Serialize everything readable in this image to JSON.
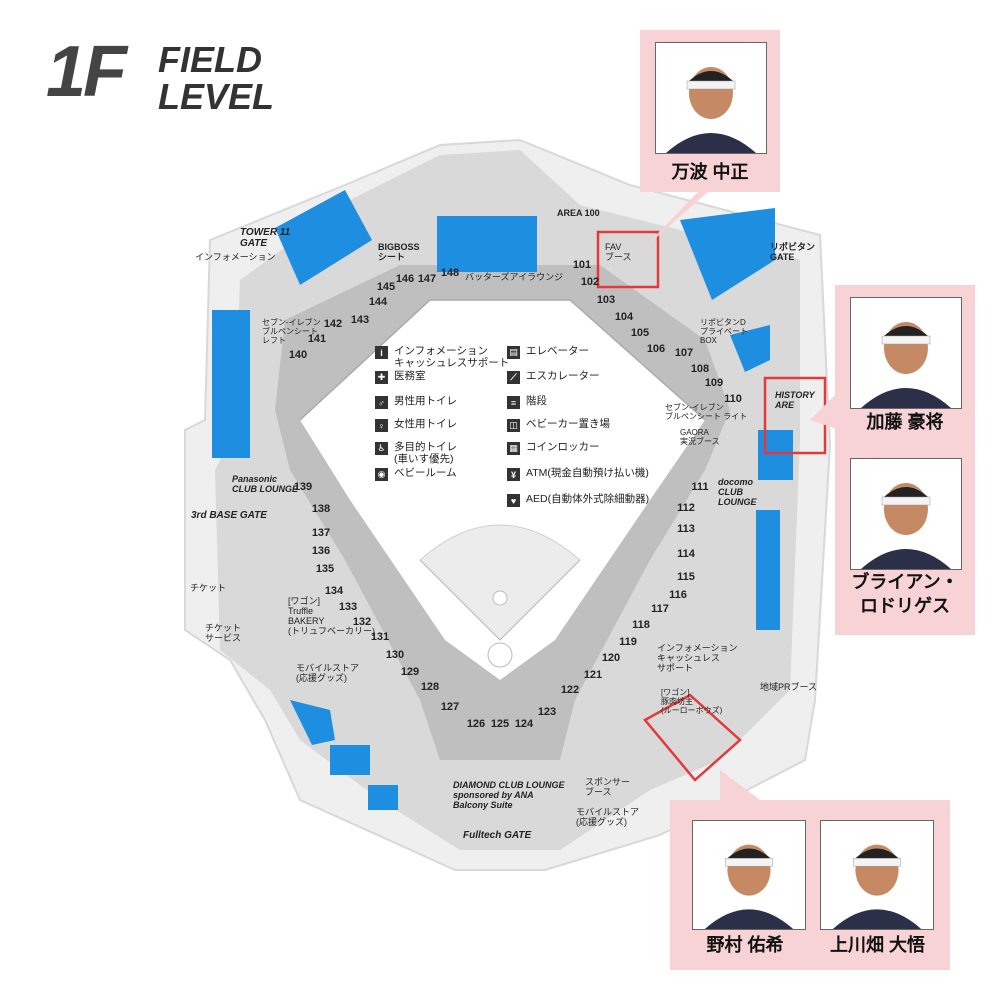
{
  "title": {
    "floor": "1F",
    "level": "FIELD\nLEVEL"
  },
  "sections": [
    {
      "n": "101"
    },
    {
      "n": "102"
    },
    {
      "n": "103"
    },
    {
      "n": "104"
    },
    {
      "n": "105"
    },
    {
      "n": "106"
    },
    {
      "n": "107"
    },
    {
      "n": "108"
    },
    {
      "n": "109"
    },
    {
      "n": "110"
    },
    {
      "n": "111"
    },
    {
      "n": "112"
    },
    {
      "n": "113"
    },
    {
      "n": "114"
    },
    {
      "n": "115"
    },
    {
      "n": "116"
    },
    {
      "n": "117"
    },
    {
      "n": "118"
    },
    {
      "n": "119"
    },
    {
      "n": "120"
    },
    {
      "n": "121"
    },
    {
      "n": "122"
    },
    {
      "n": "123"
    },
    {
      "n": "124"
    },
    {
      "n": "125"
    },
    {
      "n": "126"
    },
    {
      "n": "127"
    },
    {
      "n": "128"
    },
    {
      "n": "129"
    },
    {
      "n": "130"
    },
    {
      "n": "131"
    },
    {
      "n": "132"
    },
    {
      "n": "133"
    },
    {
      "n": "134"
    },
    {
      "n": "135"
    },
    {
      "n": "136"
    },
    {
      "n": "137"
    },
    {
      "n": "138"
    },
    {
      "n": "139"
    },
    {
      "n": "140"
    },
    {
      "n": "141"
    },
    {
      "n": "142"
    },
    {
      "n": "143"
    },
    {
      "n": "144"
    },
    {
      "n": "145"
    },
    {
      "n": "146"
    },
    {
      "n": "147"
    },
    {
      "n": "148"
    }
  ],
  "labels": {
    "tower11": "TOWER 11\nGATE",
    "info_left": "インフォメーション",
    "bigboss": "BIGBOSS\nシート",
    "batters_lounge": "バッターズアイラウンジ",
    "area100": "AREA 100",
    "fav": "FAV\nブース",
    "ribobitan_gate": "リポビタン\nGATE",
    "ribobitan_box": "リポビタンD\nプライベート\nBOX",
    "seven_left": "セブン-イレブン\nブルペンシート\nレフト",
    "seven_right": "セブン-イレブン\nブルペンシート ライト",
    "gaora": "GAORA\n実況ブース",
    "history": "HISTORY\nARE",
    "panasonic": "Panasonic\nCLUB LOUNGE",
    "third_gate": "3rd BASE GATE",
    "docomo": "docomo\nCLUB\nLOUNGE",
    "ticket": "チケット",
    "ticket_service": "チケット\nサービス",
    "truffle": "[ワゴン]\nTruffle\nBAKERY\n(トリュフベーカリー)",
    "mobile_left": "モバイルストア\n(応援グッズ)",
    "info_right": "インフォメーション\nキャッシュレス\nサポート",
    "local_pr": "地域PRブース",
    "wagon_right": "[ワゴン]\n豚肉坊主\n(ルーローボウズ)",
    "sponsor": "スポンサー\nブース",
    "mobile_bottom": "モバイルストア\n(応援グッズ)",
    "diamond": "DIAMOND CLUB LOUNGE\nsponsored by ANA\nBalcony Suite",
    "fulltech": "Fulltech GATE"
  },
  "legend": [
    {
      "icon": "i",
      "text": "インフォメーション\nキャッシュレスサポート"
    },
    {
      "icon": "✚",
      "text": "医務室"
    },
    {
      "icon": "♂",
      "text": "男性用トイレ"
    },
    {
      "icon": "♀",
      "text": "女性用トイレ"
    },
    {
      "icon": "♿",
      "text": "多目的トイレ\n(車いす優先)"
    },
    {
      "icon": "◉",
      "text": "ベビールーム"
    },
    {
      "icon": "▤",
      "text": "エレベーター"
    },
    {
      "icon": "⟋",
      "text": "エスカレーター"
    },
    {
      "icon": "≡",
      "text": "階段"
    },
    {
      "icon": "◫",
      "text": "ベビーカー置き場"
    },
    {
      "icon": "▦",
      "text": "コインロッカー"
    },
    {
      "icon": "¥",
      "text": "ATM(現金自動預け払い機)"
    },
    {
      "icon": "♥",
      "text": "AED(自動体外式除細動器)"
    }
  ],
  "icons": {
    "aed": "AED",
    "info": "i"
  },
  "players": [
    {
      "name": "万波 中正"
    },
    {
      "name": "加藤 豪将"
    },
    {
      "name": "ブライアン・\nロドリゲス"
    },
    {
      "name": "野村 佑希"
    },
    {
      "name": "上川畑 大悟"
    }
  ],
  "colors": {
    "seat": "#9d9d9d",
    "seat_dark": "#8a8a8a",
    "concourse": "#d9d9d9",
    "blue": "#1e8fe0",
    "field": "#ffffff",
    "red": "#e23a3a",
    "card": "#f7d3d6"
  }
}
